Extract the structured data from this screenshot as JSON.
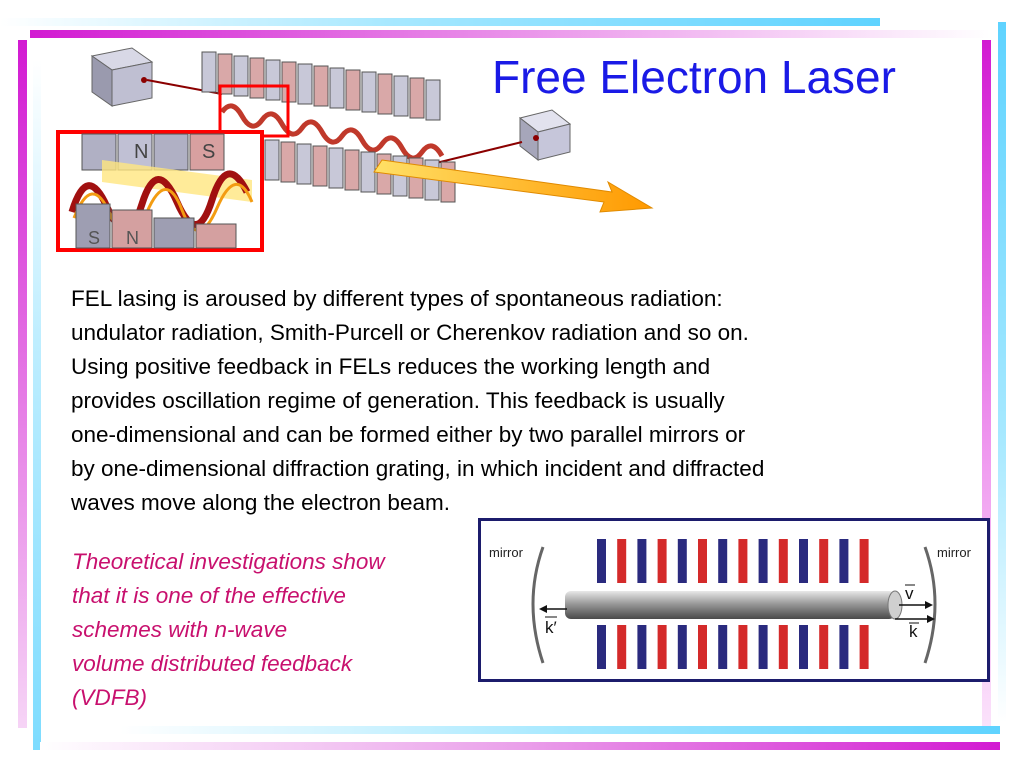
{
  "slide": {
    "title": "Free Electron Laser",
    "body_lines": [
      "FEL lasing is aroused by different types of spontaneous radiation:",
      "undulator radiation, Smith-Purcell or Cherenkov radiation and so on.",
      "Using positive feedback in FELs reduces the working length and",
      "provides oscillation regime of generation. This feedback is usually",
      "one-dimensional and can be formed either by two parallel mirrors or",
      "by one-dimensional diffraction grating, in which incident and diffracted",
      "waves move along the electron beam."
    ],
    "note_lines": [
      "Theoretical investigations show",
      "that it is one of the effective",
      "schemes with n-wave",
      "volume distributed feedback",
      "(VDFB)"
    ]
  },
  "illustration": {
    "magnet_labels": [
      "N",
      "S",
      "S",
      "N"
    ]
  },
  "diagram": {
    "mirror_left_label": "mirror",
    "mirror_right_label": "mirror",
    "velocity_label": "v",
    "k_left_label": "k′",
    "k_right_label": "k",
    "bar_colors": [
      "#2a2a7e",
      "#d42a2a"
    ]
  }
}
